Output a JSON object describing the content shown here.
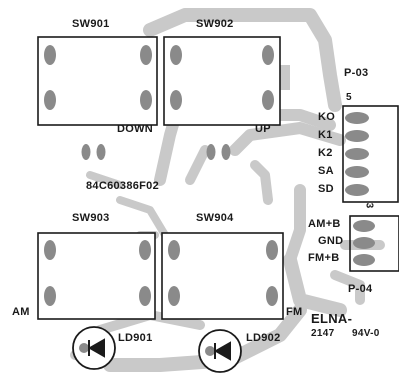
{
  "board": {
    "part_number": "84C60386F02",
    "switches": [
      {
        "ref": "SW901",
        "function_label": "DOWN"
      },
      {
        "ref": "SW902",
        "function_label": "UP"
      },
      {
        "ref": "SW903",
        "function_label": "AM"
      },
      {
        "ref": "SW904",
        "function_label": "FM"
      }
    ],
    "leds": [
      {
        "ref": "LD901"
      },
      {
        "ref": "LD902"
      }
    ],
    "connectors": [
      {
        "ref": "P-03",
        "pins": [
          "KO",
          "K1",
          "K2",
          "SA",
          "SD"
        ],
        "pin1_marker": "5"
      },
      {
        "ref": "P-04",
        "pins": [
          "AM+B",
          "GND",
          "FM+B"
        ],
        "pin1_marker": "3"
      }
    ],
    "manufacturer": "ELNA-",
    "date_code": "2147",
    "rating": "94V-0"
  },
  "colors": {
    "background": "#ffffff",
    "copper": "#c9c9c9",
    "copper_edge": "#9a9a9a",
    "outline": "#1a1a1a",
    "pad": "#8a8a8a"
  }
}
